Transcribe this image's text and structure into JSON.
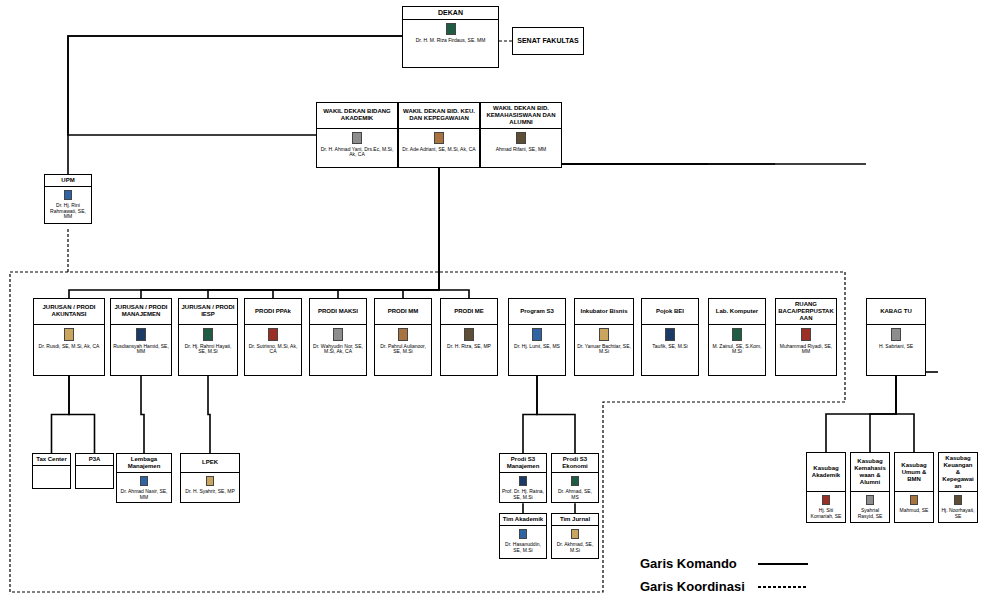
{
  "diagram": {
    "nodes": [
      {
        "text": [
          "DEKAN",
          "Dr. H. M. Riza Firdaus, SE. MM"
        ]
      },
      {
        "text": [
          "SENAT FAKULTAS"
        ]
      },
      {
        "text": [
          "WAKIL DEKAN BIDANG AKADEMIK",
          "Dr. H. Ahmad Yani, Drs.Ec, M.Si, Ak, CA"
        ]
      },
      {
        "text": [
          "WAKIL DEKAN BID. KEU. DAN KEPEGAWAIAN",
          "Dr. Ade Adriani, SE, M.Si, Ak, CA"
        ]
      },
      {
        "text": [
          "WAKIL DEKAN BID. KEMAHASISWAAN DAN ALUMNI",
          "Ahmad Rifani, SE, MM"
        ]
      },
      {
        "text": [
          "UPM",
          "Dr. Hj. Rini Rahmawati, SE, MM"
        ]
      },
      {
        "text": [
          "JURUSAN / PRODI AKUNTANSI",
          "Dr. Rusdi, SE, M.Si, Ak, CA"
        ]
      },
      {
        "text": [
          "JURUSAN / PRODI MANAJEMEN",
          "Rusdiansyah Hamid, SE, MM"
        ]
      },
      {
        "text": [
          "JURUSAN / PRODI IESP",
          "Dr. Hj. Rahmi Hayati, SE, M.Si"
        ]
      },
      {
        "text": [
          "PRODI PPAk",
          "Dr. Sutrisno, M.Si, Ak, CA"
        ]
      },
      {
        "text": [
          "PRODI MAKSI",
          "Dr. Wahyudin Nor, SE, M.Si, Ak, CA"
        ]
      },
      {
        "text": [
          "PRODI MM",
          "Dr. Pahrul Aulianoor, SE, M.Si"
        ]
      },
      {
        "text": [
          "PRODI ME",
          "Dr. H. Riza, SE, MP"
        ]
      },
      {
        "text": [
          "Program S3",
          "Dr. Hj. Lumi, SE, MS"
        ]
      },
      {
        "text": [
          "Inkubator Bisnis",
          "Dr. Yanuar Bachtiar, SE, M.Si"
        ]
      },
      {
        "text": [
          "Pojok BEI",
          "Taufik, SE, M.Si"
        ]
      },
      {
        "text": [
          "Lab. Komputer",
          "M. Zainul, SE, S.Kom, M.Si"
        ]
      },
      {
        "text": [
          "RUANG BACA/PERPUSTAKAAN",
          "Muhammad Riyadi, SE, MM"
        ]
      },
      {
        "text": [
          "KABAG TU",
          "H. Sabriani, SE"
        ]
      },
      {
        "text": [
          "Tax Center"
        ]
      },
      {
        "text": [
          "P3A"
        ]
      },
      {
        "text": [
          "Lembaga Manajemen",
          "Dr. Ahmad Nasir, SE, MM"
        ]
      },
      {
        "text": [
          "LPEK",
          "Dr. H. Syahrir, SE, MP"
        ]
      },
      {
        "text": [
          "Prodi S3 Manajemen",
          "Prof. Dr. Hj. Ratna, SE, M.Si"
        ]
      },
      {
        "text": [
          "Prodi S3 Ekonomi",
          "Dr. Ahmad, SE, MS"
        ]
      },
      {
        "text": [
          "Kasubag Akademik",
          "Hj. Siti Komariah, SE"
        ]
      },
      {
        "text": [
          "Kasubag Kemahasiswaan & Alumni",
          "Syahrial Rasyid, SE"
        ]
      },
      {
        "text": [
          "Kasubag Umum & BMN",
          "Mahmud, SE"
        ]
      },
      {
        "text": [
          "Kasubag Keuangan & Kepegawaian",
          "Hj. Noorhayati, SE"
        ]
      },
      {
        "text": [
          "Tim Akademik",
          "Dr. Hasanuddin, SE, M.Si"
        ]
      },
      {
        "text": [
          "Tim Jurnal",
          "Dr. Akhmad, SE, M.Si"
        ]
      }
    ],
    "edges": [
      {
        "from": 0,
        "to": 1,
        "arrow": "none"
      },
      {
        "from": 0,
        "to": 5,
        "arrow": "none"
      },
      {
        "from": 0,
        "to": 2,
        "arrow": "none"
      },
      {
        "from": 3,
        "to": 6,
        "arrow": "none"
      },
      {
        "from": 3,
        "to": 7,
        "arrow": "none"
      },
      {
        "from": 3,
        "to": 8,
        "arrow": "none"
      },
      {
        "from": 3,
        "to": 9,
        "arrow": "none"
      },
      {
        "from": 3,
        "to": 10,
        "arrow": "none"
      },
      {
        "from": 3,
        "to": 11,
        "arrow": "none"
      },
      {
        "from": 3,
        "to": 12,
        "arrow": "none"
      },
      {
        "from": 3,
        "to": 13,
        "arrow": "none"
      },
      {
        "from": 3,
        "to": 14,
        "arrow": "none"
      },
      {
        "from": 3,
        "to": 15,
        "arrow": "none"
      },
      {
        "from": 3,
        "to": 16,
        "arrow": "none"
      },
      {
        "from": 3,
        "to": 17,
        "arrow": "none"
      },
      {
        "from": 3,
        "to": 18,
        "arrow": "none"
      },
      {
        "from": 6,
        "to": 19,
        "arrow": "none"
      },
      {
        "from": 6,
        "to": 20,
        "arrow": "none"
      },
      {
        "from": 7,
        "to": 21,
        "arrow": "none"
      },
      {
        "from": 8,
        "to": 22,
        "arrow": "none"
      },
      {
        "from": 13,
        "to": 23,
        "arrow": "none"
      },
      {
        "from": 13,
        "to": 24,
        "arrow": "none"
      },
      {
        "from": 23,
        "to": 29,
        "arrow": "none"
      },
      {
        "from": 24,
        "to": 30,
        "arrow": "none"
      },
      {
        "from": 18,
        "to": 25,
        "arrow": "none"
      },
      {
        "from": 18,
        "to": 26,
        "arrow": "none"
      },
      {
        "from": 18,
        "to": 27,
        "arrow": "none"
      },
      {
        "from": 18,
        "to": 28,
        "arrow": "none"
      }
    ],
    "legend": [
      {
        "text": "Garis Komando"
      },
      {
        "text": "Garis Koordinasi"
      }
    ]
  }
}
